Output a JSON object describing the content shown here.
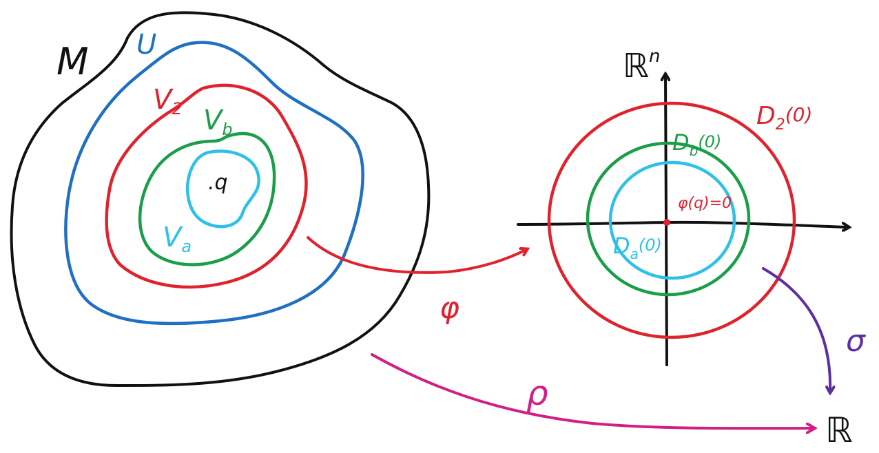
{
  "colors": {
    "manifold": "#111111",
    "U": "#1f6fc2",
    "V2": "#e0222d",
    "Vb": "#1a9e48",
    "Va": "#2fc0ea",
    "phi": "#e0222d",
    "sigma": "#5b2ea6",
    "rho": "#d01f86",
    "axes": "#111111"
  },
  "labels": {
    "M": "M",
    "U": "U",
    "V2": "V",
    "V2_sub": "2",
    "Vb": "V",
    "Vb_sub": "b",
    "Va": "V",
    "Va_sub": "a",
    "q": ".q",
    "Rn": "ℝ",
    "Rn_sup": "n",
    "D2": "D",
    "D2_sub": "2",
    "D2_arg": "(0)",
    "Db": "D",
    "Db_sub": "b",
    "Db_arg": "(0)",
    "Da": "D",
    "Da_sub": "a",
    "Da_arg": "(0)",
    "phi_q": "φ(q)=0",
    "phi": "φ",
    "sigma": "σ",
    "rho": "ρ",
    "R": "ℝ"
  }
}
